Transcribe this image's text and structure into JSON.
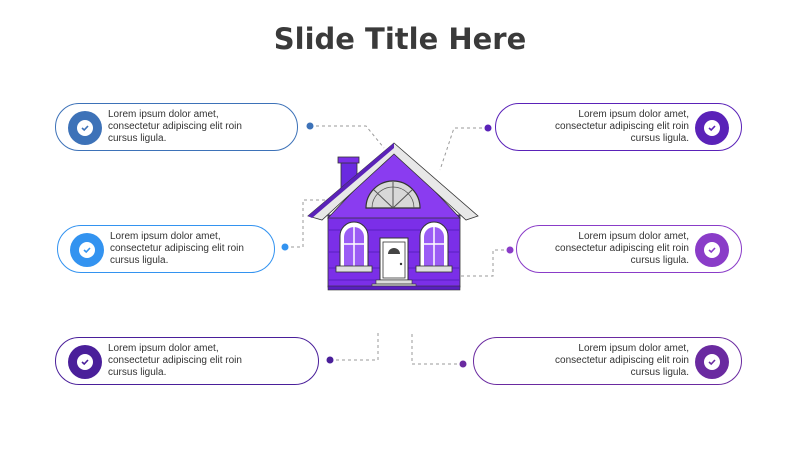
{
  "slide": {
    "title": "Slide Title Here"
  },
  "cards": [
    {
      "id": "top-left",
      "text": "Lorem ipsum dolor amet,\nconsectetur adipiscing elit roin\ncursus ligula.",
      "color": "#3d72b8",
      "icon": "check-circle-icon"
    },
    {
      "id": "mid-left",
      "text": "Lorem ipsum dolor amet,\nconsectetur adipiscing elit roin\ncursus ligula.",
      "color": "#3393f0",
      "icon": "check-circle-icon"
    },
    {
      "id": "bottom-left",
      "text": "Lorem ipsum dolor amet,\nconsectetur adipiscing elit roin\ncursus ligula.",
      "color": "#4a1f9a",
      "icon": "check-circle-icon"
    },
    {
      "id": "top-right",
      "text": "Lorem ipsum dolor amet,\nconsectetur adipiscing elit roin\ncursus ligula.",
      "color": "#5a22b8",
      "icon": "check-circle-icon"
    },
    {
      "id": "mid-right",
      "text": "Lorem ipsum dolor amet,\nconsectetur adipiscing elit roin\ncursus ligula.",
      "color": "#8a3cc8",
      "icon": "check-circle-icon"
    },
    {
      "id": "bottom-right",
      "text": "Lorem ipsum dolor amet,\nconsectetur adipiscing elit roin\ncursus ligula.",
      "color": "#6a2aa0",
      "icon": "check-circle-icon"
    }
  ],
  "colors": {
    "house_wall": "#7b2fe8",
    "house_roof": "#5a22b8",
    "connector": "#9a9a9a"
  }
}
